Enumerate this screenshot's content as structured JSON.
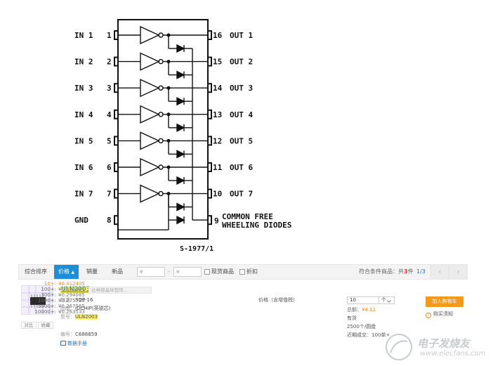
{
  "schematic": {
    "pins_left": [
      {
        "name": "IN 1",
        "num": "1"
      },
      {
        "name": "IN 2",
        "num": "2"
      },
      {
        "name": "IN 3",
        "num": "3"
      },
      {
        "name": "IN 4",
        "num": "4"
      },
      {
        "name": "IN 5",
        "num": "5"
      },
      {
        "name": "IN 6",
        "num": "6"
      },
      {
        "name": "IN 7",
        "num": "7"
      },
      {
        "name": "GND",
        "num": "8"
      }
    ],
    "pins_right": [
      {
        "num": "16",
        "name": "OUT 1"
      },
      {
        "num": "15",
        "name": "OUT 2"
      },
      {
        "num": "14",
        "name": "OUT 3"
      },
      {
        "num": "13",
        "name": "OUT 4"
      },
      {
        "num": "12",
        "name": "OUT 5"
      },
      {
        "num": "11",
        "name": "OUT 6"
      },
      {
        "num": "10",
        "name": "OUT 7"
      }
    ],
    "common_pin": {
      "num": "9",
      "line1": "COMMON FREE",
      "line2": "WHEELING DIODES"
    },
    "figure_code": "S-1977/1"
  },
  "sort_bar": {
    "sort_default": "综合排序",
    "sort_price": "价格",
    "sort_sales": "销量",
    "sort_new": "新品",
    "price_min_placeholder": "¥",
    "price_max_placeholder": "¥",
    "range_dash": "-",
    "filter_instock": "现货商品",
    "filter_discount": "折扣",
    "match_prefix": "符合条件商品：共",
    "match_count": "3",
    "match_suffix": "件",
    "page_indicator": "1/3",
    "prev_arrow": "‹",
    "next_arrow": "›"
  },
  "product": {
    "title": "ULN2003",
    "subtitle": "达林顿晶体管阵...",
    "compare_label": "对比",
    "favorite_label": "收藏",
    "package_key": "封装：",
    "package_value": "SOP-16",
    "brand_key": "品牌：",
    "brand_value": "IDCHIP(英锐芯)",
    "model_key": "型号：",
    "model_value": "ULN2003",
    "code_key": "编号：",
    "code_value": "C688859",
    "manual_label": "数据手册",
    "price_header": "价格（含增值税）",
    "prices": [
      {
        "qty": "10+:",
        "price": "¥0.412405"
      },
      {
        "qty": "100+:",
        "price": "¥0.312445"
      },
      {
        "qty": "300+:",
        "price": "¥0.294085"
      },
      {
        "qty": "1000+:",
        "price": "¥0.275725"
      },
      {
        "qty": "5000+:",
        "price": "¥0.267565"
      },
      {
        "qty": "10000+:",
        "price": "¥0.263533"
      }
    ],
    "qty_value": "10",
    "unit_value": "个",
    "total_label": "总额：",
    "total_value": "¥4.12",
    "stock_status": "有货",
    "pack_info": "2500个/圆盘",
    "recent_deals": "近期成交：100单+",
    "add_to_cart": "加入购物车",
    "purchase_notice": "购买须知",
    "notice_icon": "!"
  },
  "watermark": {
    "cn": "电子发烧友",
    "en": "www.elecfans.com"
  }
}
